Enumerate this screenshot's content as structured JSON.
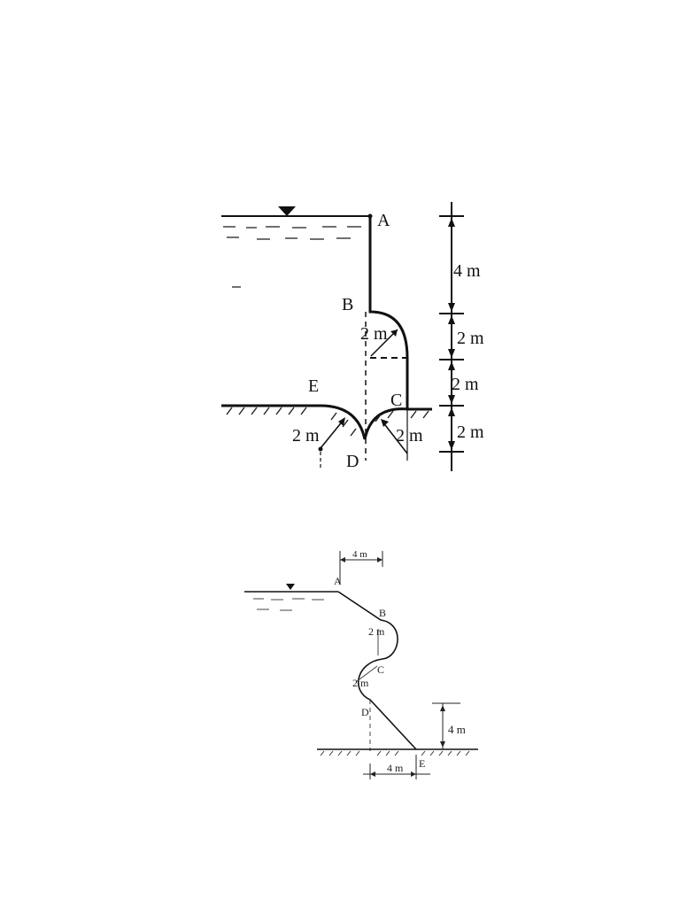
{
  "figure1": {
    "points": {
      "A": "A",
      "B": "B",
      "C": "C",
      "D": "D",
      "E": "E"
    },
    "radius_labels": {
      "bulge": "2 m",
      "left_trough": "2 m",
      "right_trough": "2 m"
    },
    "dimensions": [
      "4 m",
      "2 m",
      "2 m",
      "2 m"
    ]
  },
  "figure2": {
    "points": {
      "A": "A",
      "B": "B",
      "C": "C",
      "D": "D",
      "E": "E"
    },
    "radius_labels": {
      "upper": "2 m",
      "lower": "2 m"
    },
    "dim_top": "4 m",
    "dim_right": "4 m",
    "dim_bottom": "4 m"
  },
  "colors": {
    "ink": "#111111",
    "paper": "#ffffff"
  }
}
